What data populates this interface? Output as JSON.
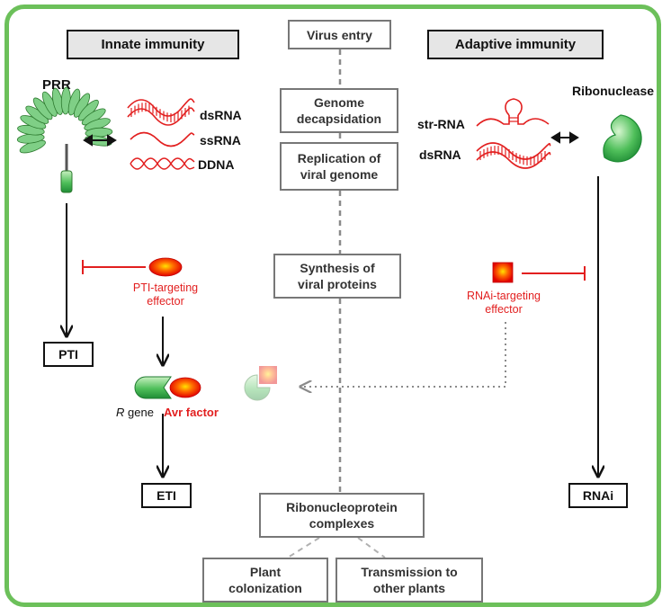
{
  "innate_header": "Innate immunity",
  "adaptive_header": "Adaptive immunity",
  "steps": {
    "virus_entry": "Virus entry",
    "decapsidation": [
      "Genome",
      "decapsidation"
    ],
    "replication": [
      "Replication of",
      "viral genome"
    ],
    "synthesis": [
      "Synthesis of",
      "viral proteins"
    ],
    "rnp": [
      "Ribonucleoprotein",
      "complexes"
    ],
    "colonization": [
      "Plant",
      "colonization"
    ],
    "transmission": [
      "Transmission to",
      "other plants"
    ]
  },
  "innate": {
    "receptor": "PRR",
    "ligands": [
      "dsRNA",
      "ssRNA",
      "DDNA"
    ],
    "effector": [
      "PTI-targeting",
      "effector"
    ],
    "outcome_pti": "PTI",
    "r_gene_italic": "R",
    "r_gene_rest": " gene",
    "avr_factor": "Avr factor",
    "outcome_eti": "ETI"
  },
  "adaptive": {
    "enzyme": "Ribonuclease",
    "ligands": [
      "str-RNA",
      "dsRNA"
    ],
    "effector": [
      "RNAi-targeting",
      "effector"
    ],
    "outcome": "RNAi"
  },
  "colors": {
    "frame": "#6cc05a",
    "red": "#e21f1f",
    "green": "#3fae49"
  }
}
